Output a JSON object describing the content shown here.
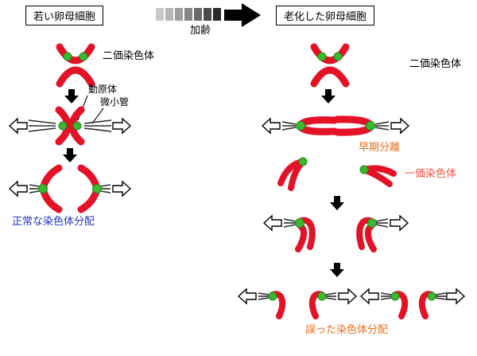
{
  "colors": {
    "chromosome": "#e31227",
    "kinetochore": "#3cb82e",
    "normal": "#2233cc",
    "premature": "#ed6d1d",
    "univalent": "#f05340",
    "error": "#ed6d1d"
  },
  "header": {
    "young_title": "若い卵母細胞",
    "aged_title": "老化した卵母細胞",
    "aging_label": "加齢"
  },
  "young": {
    "bivalent_label": "二価染色体",
    "kinetochore_label": "動原体",
    "microtubule_label": "微小管",
    "outcome_label": "正常な染色体分配"
  },
  "aged": {
    "bivalent_label": "二価染色体",
    "premature_label": "早期分離",
    "univalent_label": "一価染色体",
    "outcome_label": "誤った染色体分配"
  }
}
